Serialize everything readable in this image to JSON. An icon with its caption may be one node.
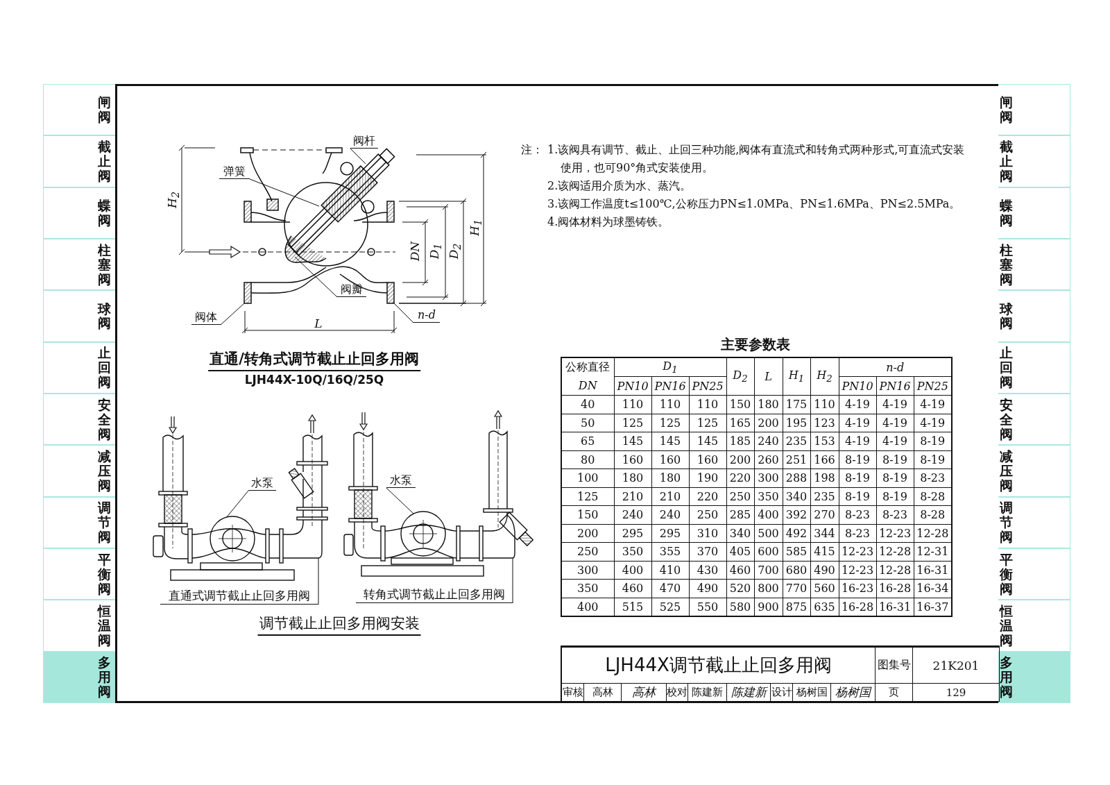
{
  "diagram": {
    "title": "LJH44X调节截止止回多用阀",
    "nodes": [
      {
        "text": [
          "阀杆"
        ]
      },
      {
        "text": [
          "弹簧"
        ]
      },
      {
        "text": [
          "阀瓣"
        ]
      },
      {
        "text": [
          "阀体"
        ]
      },
      {
        "text": [
          "n-d"
        ]
      },
      {
        "text": [
          "水泵"
        ]
      },
      {
        "text": [
          "直通式调节截止止回多用阀"
        ]
      },
      {
        "text": [
          "水泵"
        ]
      },
      {
        "text": [
          "转角式调节截止止回多用阀"
        ]
      },
      {
        "text": [],
        "shape": "box"
      },
      {
        "text": [],
        "shape": "box"
      },
      {
        "text": [],
        "shape": "pipe"
      },
      {
        "text": [],
        "shape": "pipe"
      }
    ],
    "edges": [
      {
        "from": 0,
        "to": null,
        "arrow": "none"
      },
      {
        "from": 1,
        "to": null,
        "arrow": "none"
      },
      {
        "from": 2,
        "to": null,
        "arrow": "none"
      },
      {
        "from": 3,
        "to": 9,
        "arrow": "none"
      },
      {
        "from": 4,
        "to": 10,
        "arrow": "none"
      },
      {
        "from": 5,
        "to": null,
        "arrow": "none"
      },
      {
        "from": 6,
        "to": 11,
        "arrow": "none"
      },
      {
        "from": 7,
        "to": null,
        "arrow": "none"
      },
      {
        "from": 8,
        "to": 12,
        "arrow": "none"
      }
    ],
    "labels": [
      "闸阀",
      "截止阀",
      "蝶阀",
      "柱塞阀",
      "球阀",
      "止回阀",
      "安全阀",
      "减压阀",
      "调节阀",
      "平衡阀",
      "恒温阀",
      "多用阀",
      "闸阀",
      "截止阀",
      "蝶阀",
      "柱塞阀",
      "球阀",
      "止回阀",
      "安全阀",
      "减压阀",
      "调节阀",
      "平衡阀",
      "恒温阀",
      "多用阀",
      "直通/转角式调节截止止回多用阀",
      "LJH44X-10Q/16Q/25Q",
      "H$_{2}$",
      "H$_{1}$",
      "DN",
      "D$_{1}$",
      "D$_{2}$",
      "L",
      "注：",
      "1.该阀具有调节、截止、止回三种功能,阀体有直流式和转角式两种形式,可直流式安装使用，也可90°角式安装使用。",
      "2.该阀适用介质为水、蒸汽。",
      "3.该阀工作温度t≤100℃,公称压力PN≤1.0MPa、PN≤1.6MPa、PN≤2.5MPa。",
      "4.阀体材料为球墨铸铁。",
      "主要参数表",
      "公称直径",
      "D$_{1}$",
      "D$_{2}$",
      "L",
      "H$_{1}$",
      "H$_{2}$",
      "n-d",
      "DN",
      "PN10",
      "PN16",
      "PN25",
      "PN10",
      "PN16",
      "PN25",
      "40",
      "110",
      "110",
      "110",
      "150",
      "180",
      "175",
      "110",
      "4-19",
      "4-19",
      "4-19",
      "50",
      "125",
      "125",
      "125",
      "165",
      "200",
      "195",
      "123",
      "4-19",
      "4-19",
      "4-19",
      "65",
      "145",
      "145",
      "145",
      "185",
      "240",
      "235",
      "153",
      "4-19",
      "4-19",
      "8-19",
      "80",
      "160",
      "160",
      "160",
      "200",
      "260",
      "251",
      "166",
      "8-19",
      "8-19",
      "8-19",
      "100",
      "180",
      "180",
      "190",
      "220",
      "300",
      "288",
      "198",
      "8-19",
      "8-19",
      "8-23",
      "125",
      "210",
      "210",
      "220",
      "250",
      "350",
      "340",
      "235",
      "8-19",
      "8-19",
      "8-28",
      "150",
      "240",
      "240",
      "250",
      "285",
      "400",
      "392",
      "270",
      "8-23",
      "8-23",
      "8-28",
      "200",
      "295",
      "295",
      "310",
      "340",
      "500",
      "492",
      "344",
      "8-23",
      "12-23",
      "12-28",
      "250",
      "350",
      "355",
      "370",
      "405",
      "600",
      "585",
      "415",
      "12-23",
      "12-28",
      "12-31",
      "300",
      "400",
      "410",
      "430",
      "460",
      "700",
      "680",
      "490",
      "12-23",
      "12-28",
      "16-31",
      "350",
      "460",
      "470",
      "490",
      "520",
      "800",
      "770",
      "560",
      "16-23",
      "16-28",
      "16-34",
      "400",
      "515",
      "525",
      "550",
      "580",
      "900",
      "875",
      "635",
      "16-28",
      "16-31",
      "16-37",
      "调节截止止回多用阀安装",
      "图集号",
      "21K201",
      "审核",
      "高林",
      "高林",
      "校对",
      "陈建新",
      "陈建新",
      "设计",
      "杨树国",
      "杨树国",
      "页",
      "129"
    ]
  }
}
